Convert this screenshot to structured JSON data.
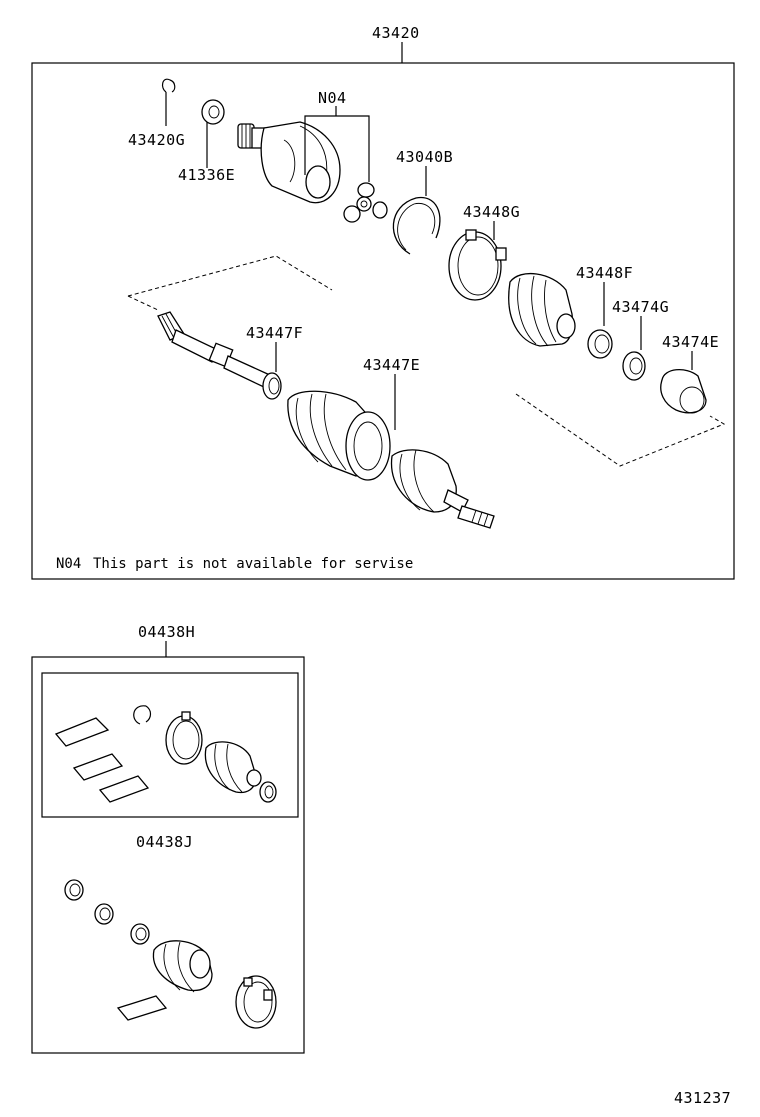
{
  "labels": {
    "assembly": "43420",
    "p43420g": "43420G",
    "p41336e": "41336E",
    "n04": "N04",
    "p43040b": "43040B",
    "p43448g": "43448G",
    "p43448f": "43448F",
    "p43474g": "43474G",
    "p43474e": "43474E",
    "p43447f": "43447F",
    "p43447e": "43447E",
    "kit_outer": "04438H",
    "kit_inner": "04438J",
    "diagram_id": "431237"
  },
  "note": {
    "code": "N04",
    "text": "This part is not available for servise"
  }
}
